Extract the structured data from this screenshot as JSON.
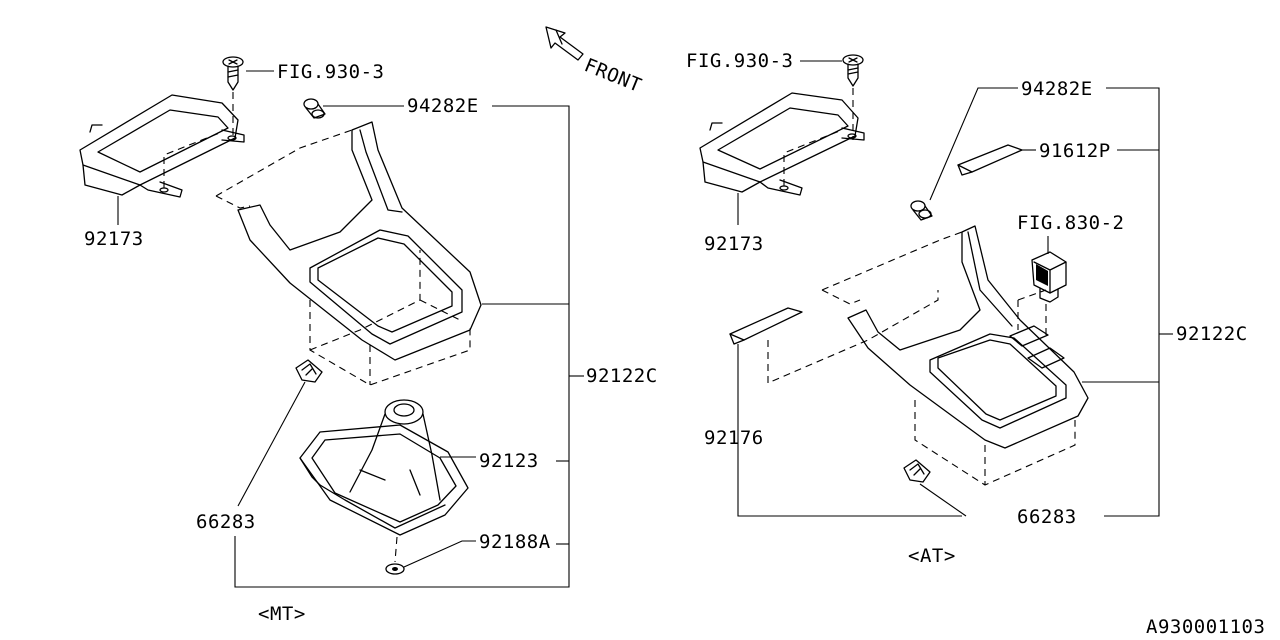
{
  "diagram": {
    "front_label": "FRONT",
    "ref_code": "A930001103",
    "mt": {
      "caption": "<MT>",
      "labels": {
        "fig_930_3": "FIG.930-3",
        "p92173": "92173",
        "p94282e": "94282E",
        "p92122c": "92122C",
        "p92123": "92123",
        "p66283": "66283",
        "p92188a": "92188A"
      }
    },
    "at": {
      "caption": "<AT>",
      "labels": {
        "fig_930_3": "FIG.930-3",
        "p94282e": "94282E",
        "p91612p": "91612P",
        "fig_830_2": "FIG.830-2",
        "p92173": "92173",
        "p92122c": "92122C",
        "p92176": "92176",
        "p66283": "66283"
      }
    }
  }
}
